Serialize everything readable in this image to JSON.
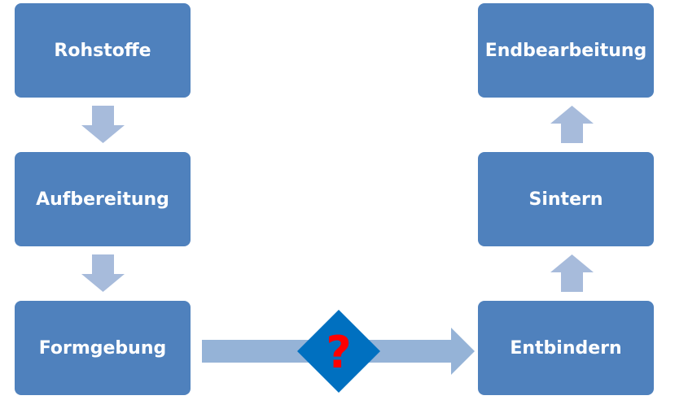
{
  "diagram": {
    "steps": {
      "rohstoffe": "Rohstoffe",
      "aufbereitung": "Aufbereitung",
      "formgebung": "Formgebung",
      "entbindern": "Entbindern",
      "sintern": "Sintern",
      "endbearbeitung": "Endbearbeitung"
    },
    "unknown_marker": "?"
  },
  "colors": {
    "box_fill": "#4f81bd",
    "box_text": "#ffffff",
    "arrow_fill": "#a7bbdb",
    "long_arrow_fill": "#95b3d7",
    "diamond_fill": "#0070c0",
    "question_color": "#ff0000"
  }
}
